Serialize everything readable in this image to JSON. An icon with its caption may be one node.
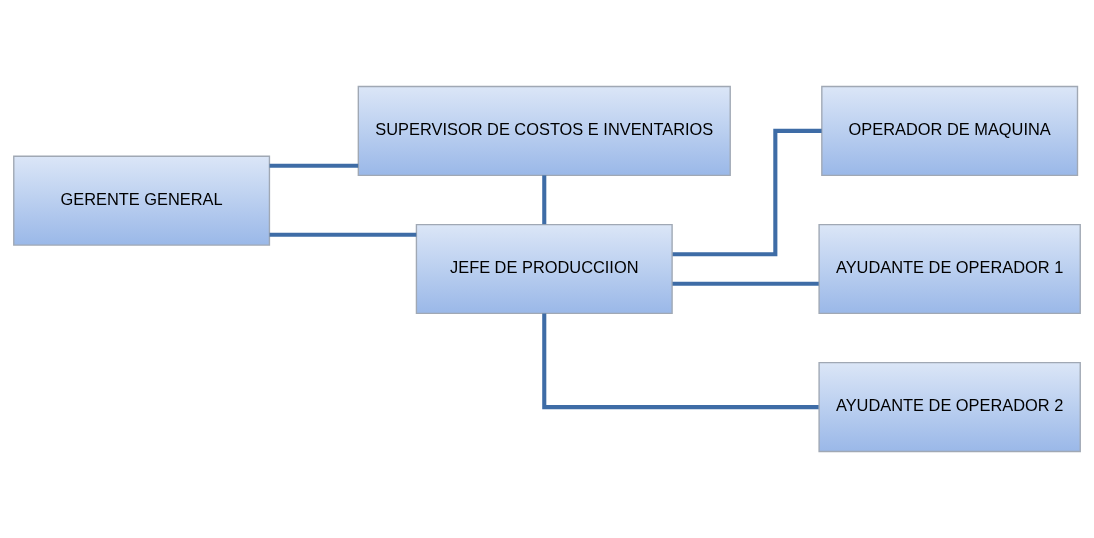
{
  "diagram": {
    "nodes": [
      {
        "text": [
          "SUPERVISOR DE COSTOS E INVENTARIOS"
        ]
      },
      {
        "text": [
          "GERENTE GENERAL"
        ]
      },
      {
        "text": [
          "OPERADOR DE MAQUINA"
        ]
      },
      {
        "text": [
          "JEFE DE PRODUCCIION"
        ]
      },
      {
        "text": [
          "AYUDANTE DE OPERADOR 1"
        ]
      },
      {
        "text": [
          "AYUDANTE DE OPERADOR 2"
        ]
      }
    ],
    "edges": [
      {
        "from": 1,
        "to": 0,
        "arrow": "none"
      },
      {
        "from": 1,
        "to": 3,
        "arrow": "none"
      },
      {
        "from": 0,
        "to": 3,
        "arrow": "none"
      },
      {
        "from": 3,
        "to": 2,
        "arrow": "none"
      },
      {
        "from": 3,
        "to": 4,
        "arrow": "none"
      },
      {
        "from": 3,
        "to": 5,
        "arrow": "none"
      }
    ]
  }
}
